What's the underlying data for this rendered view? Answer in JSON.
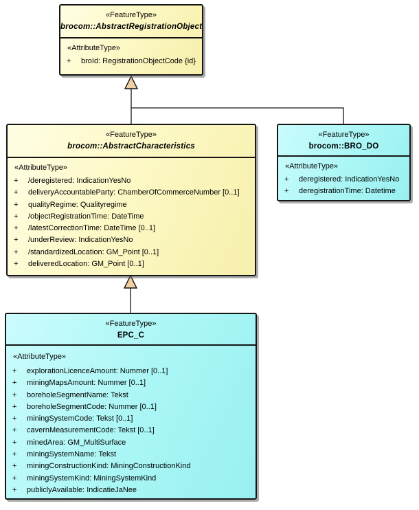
{
  "diagram": {
    "colors": {
      "yellow_fill": "#FDF7C2",
      "cyan_fill": "#A8F6F6",
      "border": "#151515",
      "generalization_arrow_fill": "#EFCFA3",
      "shadow": "#696969"
    },
    "relations": [
      {
        "type": "generalization",
        "from": "brocom::AbstractCharacteristics",
        "to": "brocom::AbstractRegistrationObject"
      },
      {
        "type": "generalization",
        "from": "brocom::BRO_DO",
        "to": "brocom::AbstractRegistrationObject"
      },
      {
        "type": "generalization",
        "from": "EPC_C",
        "to": "brocom::AbstractCharacteristics"
      }
    ]
  },
  "classes": [
    {
      "stereotype": "«FeatureType»",
      "name": "brocom::AbstractRegistrationObject",
      "abstract": true,
      "attr_stereotype": "«AttributeType»",
      "attributes": [
        {
          "vis": "+",
          "text": "broId: RegistrationObjectCode {id}"
        }
      ]
    },
    {
      "stereotype": "«FeatureType»",
      "name": "brocom::AbstractCharacteristics",
      "abstract": true,
      "attr_stereotype": "«AttributeType»",
      "attributes": [
        {
          "vis": "+",
          "text": "/deregistered: IndicationYesNo"
        },
        {
          "vis": "+",
          "text": "deliveryAccountableParty: ChamberOfCommerceNumber [0..1]"
        },
        {
          "vis": "+",
          "text": "qualityRegime: Qualityregime"
        },
        {
          "vis": "+",
          "text": "/objectRegistrationTime: DateTime"
        },
        {
          "vis": "+",
          "text": "/latestCorrectionTime: DateTime [0..1]"
        },
        {
          "vis": "+",
          "text": "/underReview: IndicationYesNo"
        },
        {
          "vis": "+",
          "text": "/standardizedLocation: GM_Point [0..1]"
        },
        {
          "vis": "+",
          "text": "deliveredLocation: GM_Point [0..1]"
        }
      ]
    },
    {
      "stereotype": "«FeatureType»",
      "name": "brocom::BRO_DO",
      "abstract": false,
      "attr_stereotype": "«AttributeType»",
      "attributes": [
        {
          "vis": "+",
          "text": "deregistered: IndicationYesNo"
        },
        {
          "vis": "+",
          "text": "deregistrationTime: Datetime"
        }
      ]
    },
    {
      "stereotype": "«FeatureType»",
      "name": "EPC_C",
      "abstract": false,
      "attr_stereotype": "«AttributeType»",
      "attributes": [
        {
          "vis": "+",
          "text": "explorationLicenceAmount: Nummer [0..1]"
        },
        {
          "vis": "+",
          "text": "miningMapsAmount: Nummer [0..1]"
        },
        {
          "vis": "+",
          "text": "boreholeSegmentName: Tekst"
        },
        {
          "vis": "+",
          "text": "boreholeSegmentCode: Nummer [0..1]"
        },
        {
          "vis": "+",
          "text": "miningSystemCode: Tekst [0..1]"
        },
        {
          "vis": "+",
          "text": "cavernMeasurementCode: Tekst [0..1]"
        },
        {
          "vis": "+",
          "text": "minedArea: GM_MultiSurface"
        },
        {
          "vis": "+",
          "text": "miningSystemName: Tekst"
        },
        {
          "vis": "+",
          "text": "miningConstructionKind: MiningConstructionKind"
        },
        {
          "vis": "+",
          "text": "miningSystemKind: MiningSystemKind"
        },
        {
          "vis": "+",
          "text": "publiclyAvailable: IndicatieJaNee"
        }
      ]
    }
  ]
}
